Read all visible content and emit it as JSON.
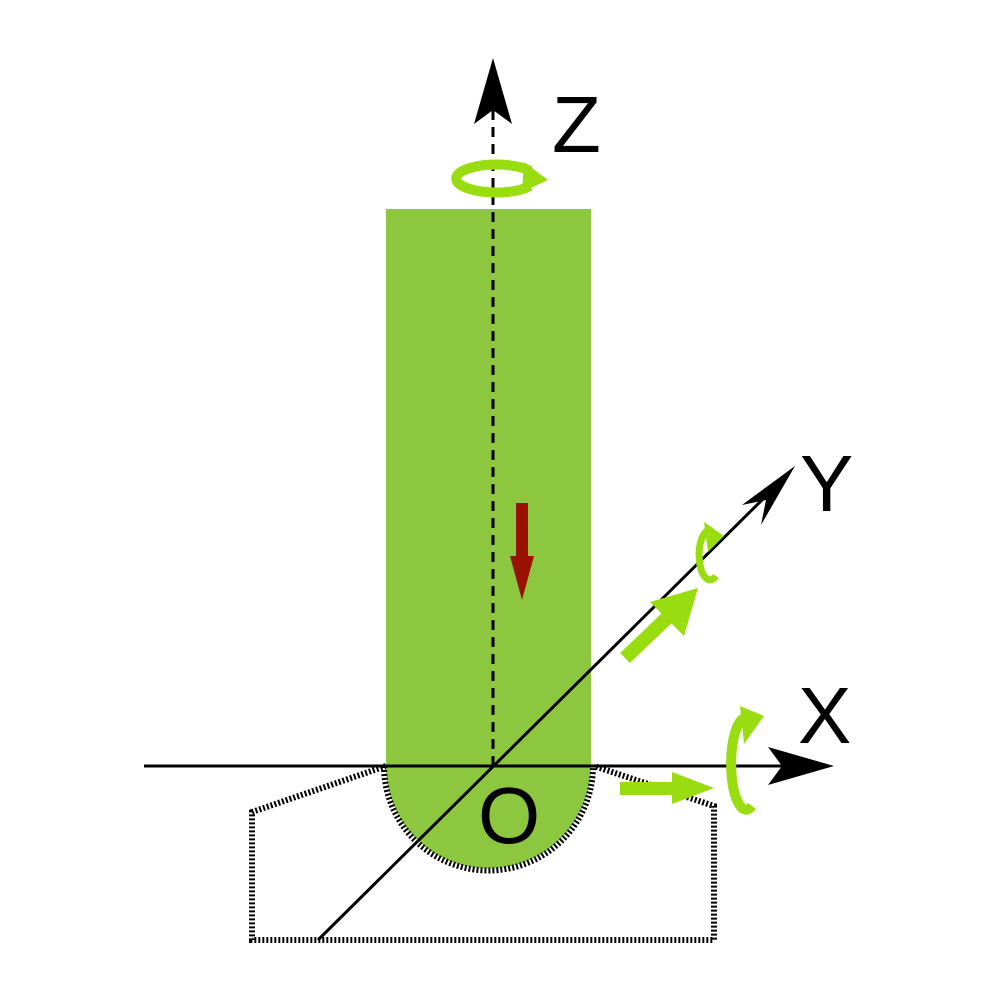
{
  "labels": {
    "z_axis": "Z",
    "y_axis": "Y",
    "x_axis": "X",
    "origin": "O"
  },
  "colors": {
    "tool_body": "#8dc63f",
    "motion_indicator": "#99dd11",
    "feed_arrow": "#991100",
    "axis": "#000000",
    "background": "#ffffff"
  },
  "icons": {
    "z_rotation": "circular-arrow-icon",
    "y_rotation": "circular-arrow-icon",
    "x_rotation": "circular-arrow-icon",
    "y_translation": "arrow-icon",
    "x_translation": "arrow-icon",
    "z_feed": "arrow-down-icon"
  }
}
